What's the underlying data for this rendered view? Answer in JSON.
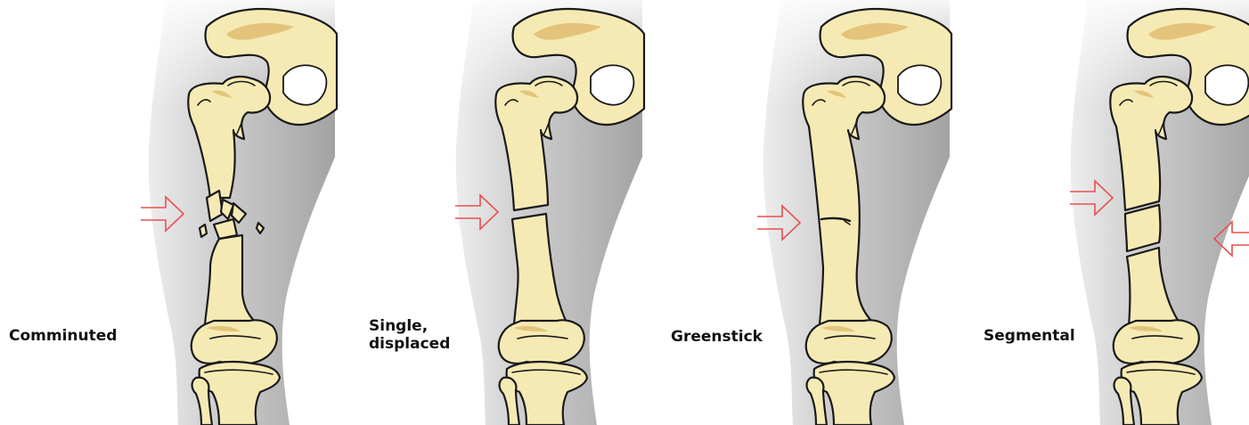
{
  "colors": {
    "leg_shadow_dark": "#9c9c9c",
    "leg_shadow_light": "#e6e6e6",
    "bone_fill": "#f6eab4",
    "bone_shade": "#e3c47a",
    "bone_outline": "#1a1a1a",
    "arrow": "#e8504f"
  },
  "panels": [
    {
      "type": "comminuted",
      "label_lines": [
        "Comminuted"
      ]
    },
    {
      "type": "single-displaced",
      "label_lines": [
        "Single,",
        "displaced"
      ]
    },
    {
      "type": "greenstick",
      "label_lines": [
        "Greenstick"
      ]
    },
    {
      "type": "segmental",
      "label_lines": [
        "Segmental"
      ]
    }
  ]
}
